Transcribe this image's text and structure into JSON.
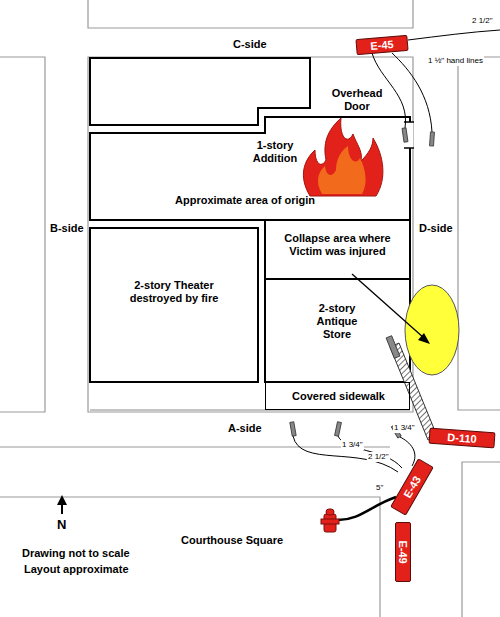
{
  "diagram": {
    "nodes": [
      {
        "text": [
          "1-story Addition",
          "Approximate area of origin"
        ]
      },
      {
        "text": [
          "2-story Theater destroyed by fire"
        ]
      },
      {
        "text": [
          "2-story Antique Store"
        ]
      },
      {
        "text": [
          "Collapse area where Victim was injured"
        ],
        "in": 2
      },
      {
        "text": [
          "Covered sidewalk"
        ]
      },
      {
        "text": [
          "E-45"
        ]
      },
      {
        "text": [
          "D-110"
        ]
      },
      {
        "text": [
          "E-43"
        ]
      },
      {
        "text": [
          "E-49"
        ]
      }
    ],
    "labels": [
      "C-side",
      "Overhead Door",
      "2 1/2\"",
      "1 ½\" hand lines",
      "B-side",
      "D-side",
      "A-side",
      "1 3/4\"",
      "1 3/4\"",
      "2 1/2\"",
      "5\"",
      "N",
      "Drawing not to scale",
      "Layout approximate",
      "Courthouse Square"
    ]
  }
}
